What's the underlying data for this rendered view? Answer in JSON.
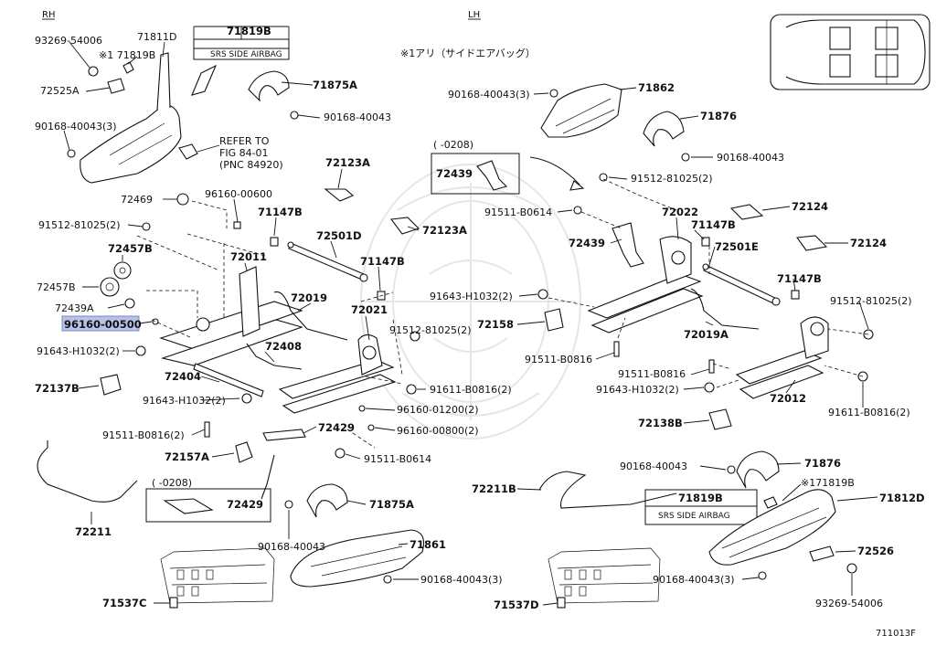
{
  "side_labels": {
    "rh": "RH",
    "lh": "LH"
  },
  "japanese_note": "※1アリ（サイドエアバッグ）",
  "figure_code": "711013F",
  "refer": {
    "line1": "REFER TO",
    "line2": "FIG 84-01",
    "line3": "(PNC 84920)"
  },
  "srs_boxes": [
    {
      "part": "71819B",
      "text": "SRS SIDE AIRBAG"
    },
    {
      "part": "71819B",
      "text": "SRS SIDE AIRBAG"
    }
  ],
  "date_boxes": [
    {
      "date": "( -0208)",
      "part": "72439"
    },
    {
      "date": "( -0208)",
      "part": "72429"
    }
  ],
  "highlighted_part": "96160-00500",
  "labels": {
    "l01": "93269-54006",
    "l02": "71811D",
    "l03": "※1 71819B",
    "l04": "72525A",
    "l05": "90168-40043(3)",
    "l06": "71875A",
    "l07": "90168-40043",
    "l08": "72123A",
    "l09": "72469",
    "l10": "96160-00600",
    "l11": "91512-81025(2)",
    "l12": "71147B",
    "l13": "72457B",
    "l14": "72501D",
    "l15": "72123A",
    "l16": "72011",
    "l17": "71147B",
    "l18": "72457B",
    "l19": "72439A",
    "l20": "72019",
    "l21": "72021",
    "l22": "91643-H1032(2)",
    "l23": "72408",
    "l24": "91512-81025(2)",
    "l25": "72137B",
    "l26": "72404",
    "l27": "91611-B0816(2)",
    "l28": "91643-H1032(2)",
    "l29": "96160-01200(2)",
    "l30": "91511-B0816(2)",
    "l31": "72429",
    "l32": "96160-00800(2)",
    "l33": "72157A",
    "l34": "91511-B0614",
    "l35": "72211",
    "l36": "71875A",
    "l37": "90168-40043",
    "l38": "71861",
    "l39": "90168-40043(3)",
    "l40": "71537C",
    "l41": "90168-40043(3)",
    "l42": "71862",
    "l43": "71876",
    "l44": "90168-40043",
    "l45": "91512-81025(2)",
    "l46": "72022",
    "l47": "91511-B0614",
    "l48": "72124",
    "l49": "71147B",
    "l50": "72439",
    "l51": "72501E",
    "l52": "72124",
    "l53": "71147B",
    "l54": "91643-H1032(2)",
    "l55": "91512-81025(2)",
    "l56": "72158",
    "l57": "72019A",
    "l58": "91511-B0816",
    "l59": "91511-B0816",
    "l60": "91643-H1032(2)",
    "l61": "72012",
    "l62": "91611-B0816(2)",
    "l63": "72138B",
    "l64": "90168-40043",
    "l65": "71876",
    "l66": "72211B",
    "l67": "※171819B",
    "l68": "71812D",
    "l69": "72526",
    "l70": "90168-40043(3)",
    "l71": "93269-54006",
    "l72": "71537D"
  }
}
